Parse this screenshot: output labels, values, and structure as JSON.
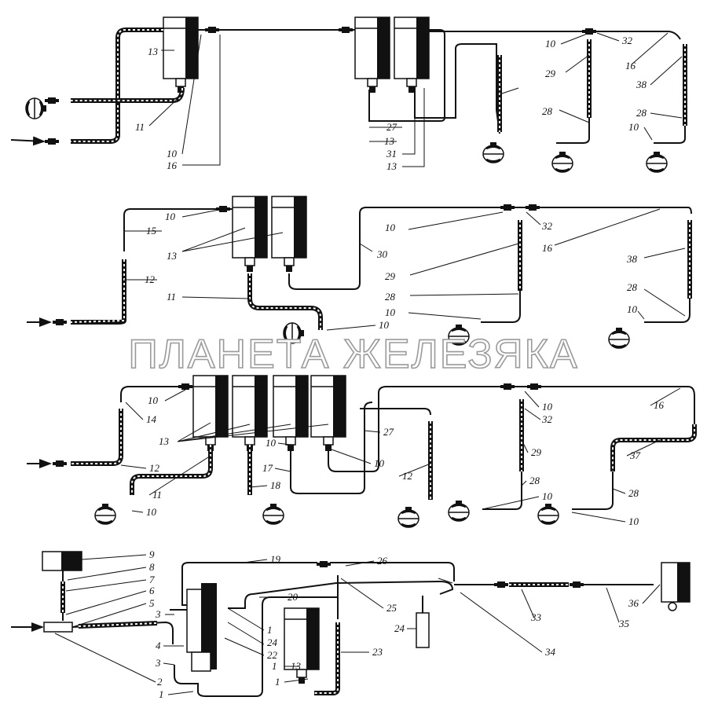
{
  "watermark": "ПЛАНЕТА ЖЕЛЕЗЯКА",
  "labels": {
    "d1": [
      "13",
      "11",
      "10",
      "16",
      "27",
      "13",
      "31",
      "13",
      "10",
      "32",
      "16",
      "29",
      "38",
      "28",
      "28",
      "10"
    ],
    "d2": [
      "10",
      "15",
      "13",
      "12",
      "11",
      "10",
      "30",
      "32",
      "16",
      "10",
      "29",
      "28",
      "10",
      "38",
      "28",
      "10"
    ],
    "d3": [
      "10",
      "14",
      "13",
      "12",
      "11",
      "10",
      "18",
      "10",
      "17",
      "27",
      "10",
      "12",
      "10",
      "32",
      "29",
      "28",
      "10",
      "16",
      "37",
      "28",
      "10"
    ],
    "d4": [
      "9",
      "8",
      "7",
      "6",
      "5",
      "3",
      "4",
      "3",
      "2",
      "1",
      "19",
      "26",
      "20",
      "1",
      "24",
      "22",
      "25",
      "1",
      "13",
      "1",
      "24",
      "23",
      "34",
      "33",
      "35",
      "36"
    ]
  },
  "icons": [
    "filter-icon",
    "brake-chamber-icon",
    "pipe-union-icon",
    "flow-arrow-icon"
  ]
}
